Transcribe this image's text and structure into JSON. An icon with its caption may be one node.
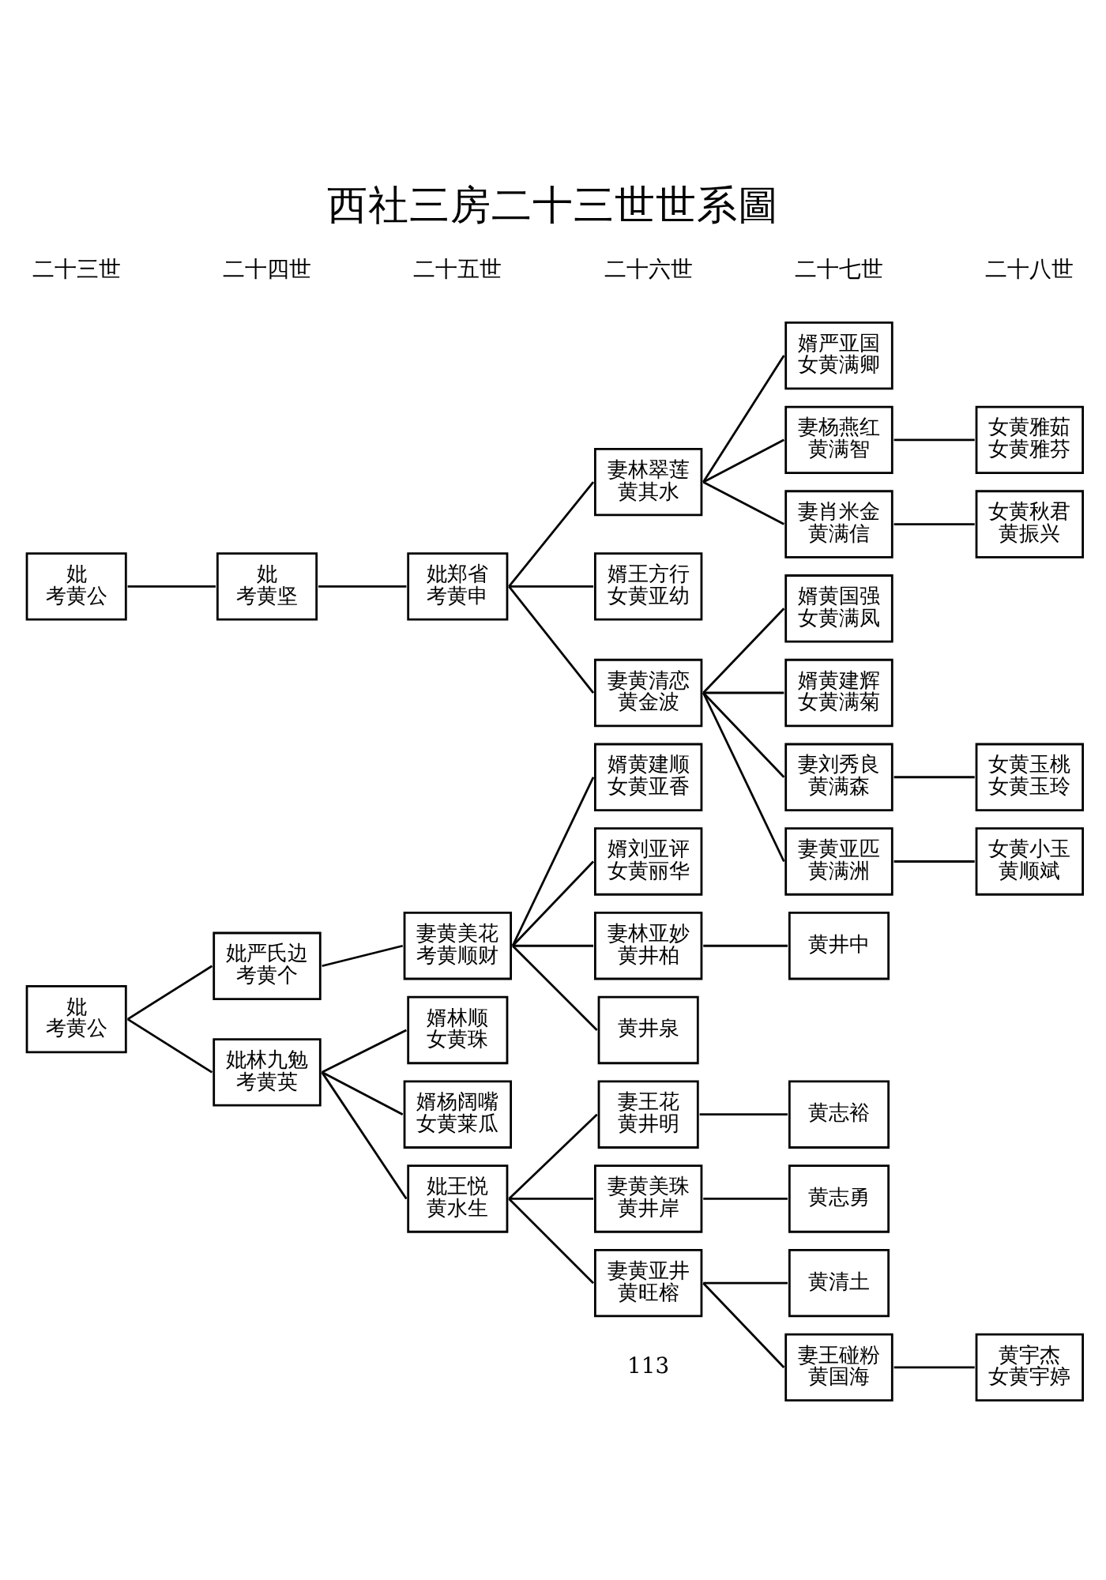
{
  "diagram": {
    "title": "西社三房二十三世世系圖",
    "nodes": [
      {
        "text": [
          "妣",
          "考黄公"
        ]
      },
      {
        "text": [
          "妣",
          "考黄坚"
        ]
      },
      {
        "text": [
          "妣郑省",
          "考黄申"
        ]
      },
      {
        "text": [
          "妻林翠莲",
          "黄其水"
        ]
      },
      {
        "text": [
          "婿严亚国",
          "女黄满卿"
        ]
      },
      {
        "text": [
          "妻杨燕红",
          "黄满智"
        ]
      },
      {
        "text": [
          "女黄雅茹",
          "女黄雅芬"
        ]
      },
      {
        "text": [
          "妻肖米金",
          "黄满信"
        ]
      },
      {
        "text": [
          "女黄秋君",
          "黄振兴"
        ]
      },
      {
        "text": [
          "婿王方行",
          "女黄亚幼"
        ]
      },
      {
        "text": [
          "妻黄清恋",
          "黄金波"
        ]
      },
      {
        "text": [
          "婿黄国强",
          "女黄满凤"
        ]
      },
      {
        "text": [
          "婿黄建辉",
          "女黄满菊"
        ]
      },
      {
        "text": [
          "妻刘秀良",
          "黄满森"
        ]
      },
      {
        "text": [
          "女黄玉桃",
          "女黄玉玲"
        ]
      },
      {
        "text": [
          "妻黄亚匹",
          "黄满洲"
        ]
      },
      {
        "text": [
          "女黄小玉",
          "黄顺斌"
        ]
      },
      {
        "text": [
          "妣",
          "考黄公"
        ]
      },
      {
        "text": [
          "妣严氏边",
          "考黄个"
        ]
      },
      {
        "text": [
          "妻黄美花",
          "考黄顺财"
        ]
      },
      {
        "text": [
          "婿黄建顺",
          "女黄亚香"
        ]
      },
      {
        "text": [
          "婿刘亚评",
          "女黄丽华"
        ]
      },
      {
        "text": [
          "妻林亚妙",
          "黄井柏"
        ]
      },
      {
        "text": [
          "黄井中"
        ]
      },
      {
        "text": [
          "黄井泉"
        ]
      },
      {
        "text": [
          "妣林九勉",
          "考黄英"
        ]
      },
      {
        "text": [
          "婿林顺",
          "女黄珠"
        ]
      },
      {
        "text": [
          "婿杨阔嘴",
          "女黄莱瓜"
        ]
      },
      {
        "text": [
          "妣王悦",
          "黄水生"
        ]
      },
      {
        "text": [
          "妻王花",
          "黄井明"
        ]
      },
      {
        "text": [
          "黄志裕"
        ]
      },
      {
        "text": [
          "妻黄美珠",
          "黄井岸"
        ]
      },
      {
        "text": [
          "黄志勇"
        ]
      },
      {
        "text": [
          "妻黄亚井",
          "黄旺榕"
        ]
      },
      {
        "text": [
          "黄清土"
        ]
      },
      {
        "text": [
          "妻王碰粉",
          "黄国海"
        ]
      },
      {
        "text": [
          "黄宇杰",
          "女黄宇婷"
        ]
      }
    ],
    "edges": [
      {
        "from": 0,
        "to": 1,
        "arrow": "none"
      },
      {
        "from": 1,
        "to": 2,
        "arrow": "none"
      },
      {
        "from": 2,
        "to": 3,
        "arrow": "none"
      },
      {
        "from": 2,
        "to": 9,
        "arrow": "none"
      },
      {
        "from": 2,
        "to": 10,
        "arrow": "none"
      },
      {
        "from": 3,
        "to": 4,
        "arrow": "none"
      },
      {
        "from": 3,
        "to": 5,
        "arrow": "none"
      },
      {
        "from": 3,
        "to": 7,
        "arrow": "none"
      },
      {
        "from": 5,
        "to": 6,
        "arrow": "none"
      },
      {
        "from": 7,
        "to": 8,
        "arrow": "none"
      },
      {
        "from": 10,
        "to": 11,
        "arrow": "none"
      },
      {
        "from": 10,
        "to": 12,
        "arrow": "none"
      },
      {
        "from": 10,
        "to": 13,
        "arrow": "none"
      },
      {
        "from": 10,
        "to": 15,
        "arrow": "none"
      },
      {
        "from": 13,
        "to": 14,
        "arrow": "none"
      },
      {
        "from": 15,
        "to": 16,
        "arrow": "none"
      },
      {
        "from": 17,
        "to": 18,
        "arrow": "none"
      },
      {
        "from": 17,
        "to": 25,
        "arrow": "none"
      },
      {
        "from": 18,
        "to": 19,
        "arrow": "none"
      },
      {
        "from": 19,
        "to": 20,
        "arrow": "none"
      },
      {
        "from": 19,
        "to": 21,
        "arrow": "none"
      },
      {
        "from": 19,
        "to": 22,
        "arrow": "none"
      },
      {
        "from": 19,
        "to": 24,
        "arrow": "none"
      },
      {
        "from": 22,
        "to": 23,
        "arrow": "none"
      },
      {
        "from": 25,
        "to": 26,
        "arrow": "none"
      },
      {
        "from": 25,
        "to": 27,
        "arrow": "none"
      },
      {
        "from": 25,
        "to": 28,
        "arrow": "none"
      },
      {
        "from": 28,
        "to": 29,
        "arrow": "none"
      },
      {
        "from": 28,
        "to": 31,
        "arrow": "none"
      },
      {
        "from": 28,
        "to": 33,
        "arrow": "none"
      },
      {
        "from": 29,
        "to": 30,
        "arrow": "none"
      },
      {
        "from": 31,
        "to": 32,
        "arrow": "none"
      },
      {
        "from": 33,
        "to": 34,
        "arrow": "none"
      },
      {
        "from": 33,
        "to": 35,
        "arrow": "none"
      },
      {
        "from": 35,
        "to": 36,
        "arrow": "none"
      }
    ],
    "labels": [
      "二十三世",
      "二十四世",
      "二十五世",
      "二十六世",
      "二十七世",
      "二十八世",
      "113"
    ]
  }
}
